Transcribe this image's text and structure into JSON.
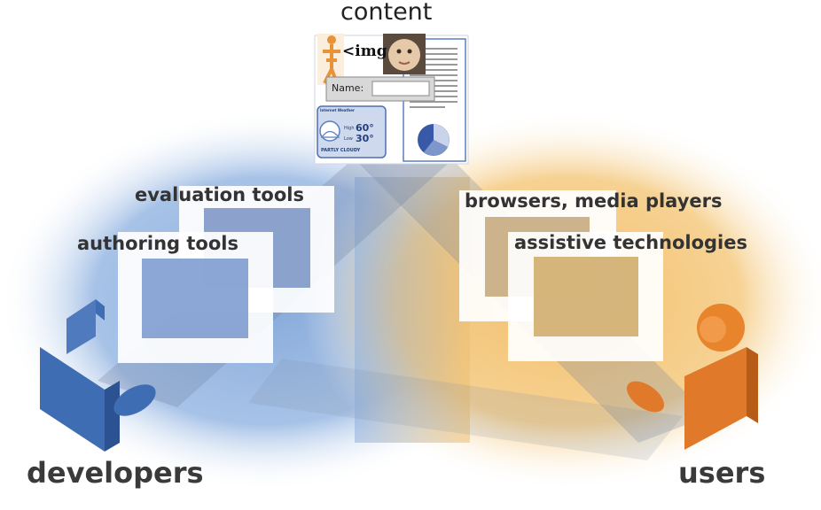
{
  "content_label": "content",
  "tools": {
    "evaluation": "evaluation tools",
    "authoring": "authoring tools",
    "browsers": "browsers, media players",
    "assistive": "assistive technologies"
  },
  "people": {
    "developers": "developers",
    "users": "users"
  },
  "content_panel": {
    "img_code": "<img",
    "name_field_label": "Name:",
    "weather_title": "Internet Weather",
    "weather_high_label": "High",
    "weather_high": "60°",
    "weather_low_label": "Low",
    "weather_low": "30°",
    "weather_condition": "PARTLY CLOUDY"
  },
  "colors": {
    "developers_blue": "#5b86c4",
    "users_orange": "#f0a847",
    "developer_figure": "#3f6db3",
    "user_figure": "#e07a2a",
    "label_text": "#333333"
  },
  "icons": [
    "developer-figure-icon",
    "user-figure-icon",
    "hand-icon",
    "dancer-icon",
    "baby-photo-icon",
    "weather-icon",
    "pie-chart-icon",
    "document-icon"
  ]
}
